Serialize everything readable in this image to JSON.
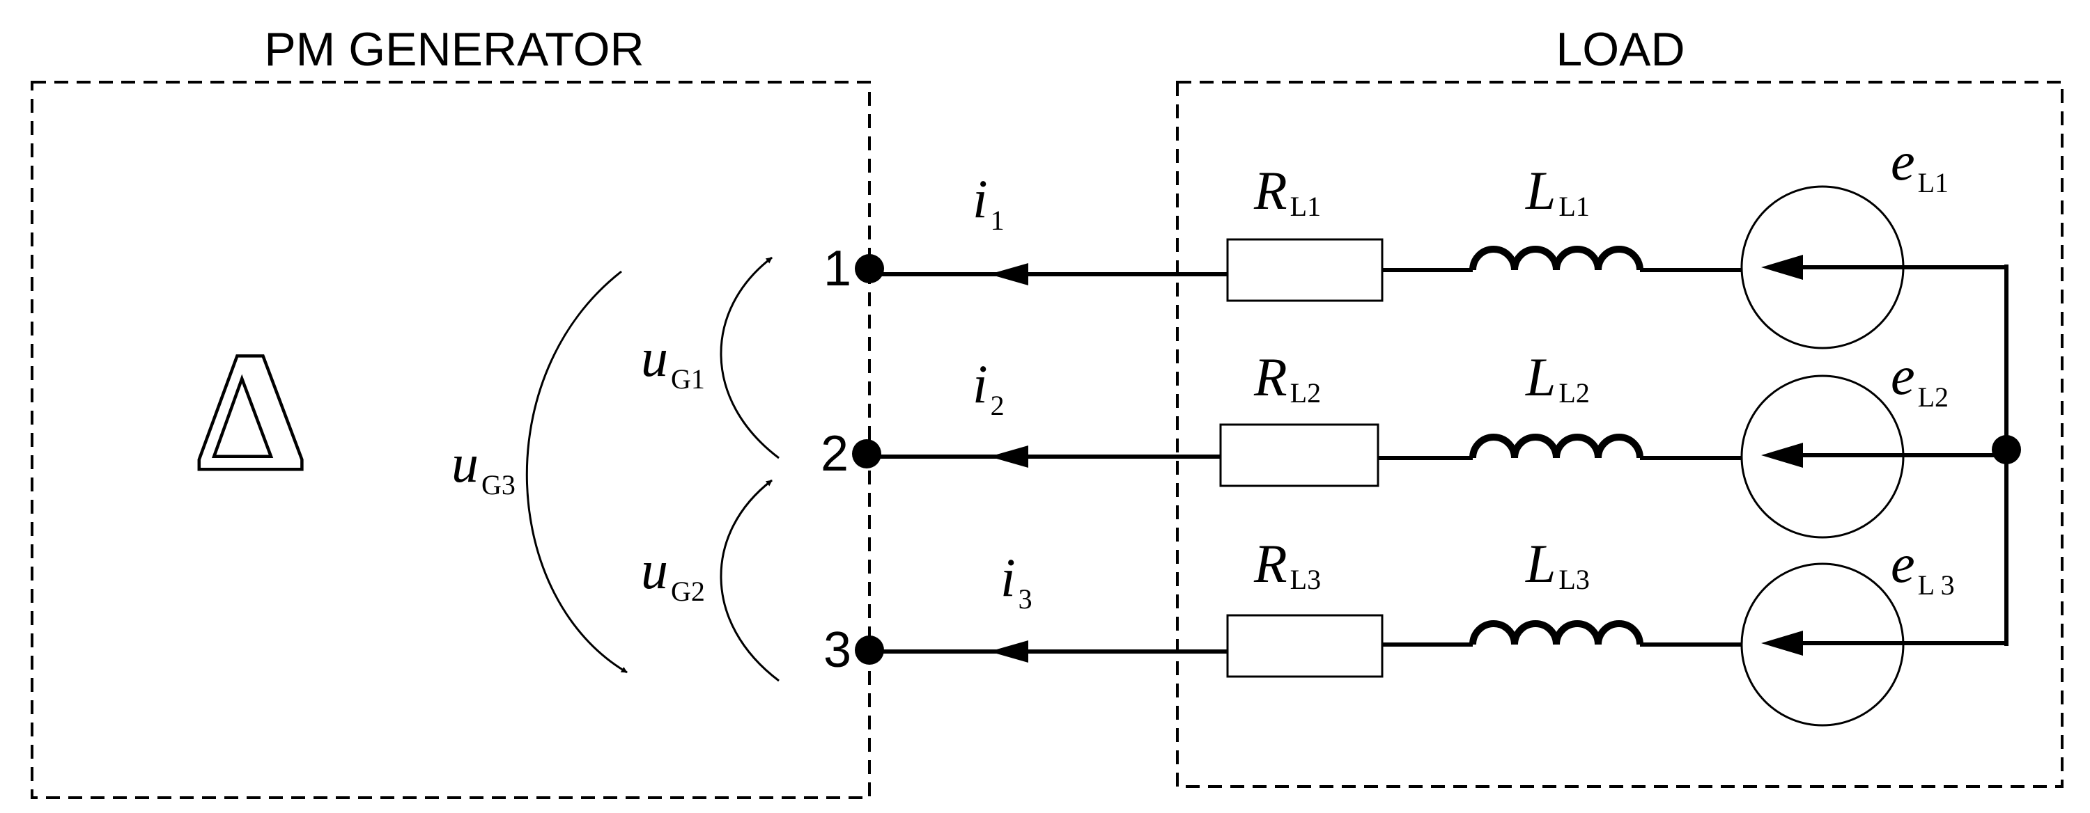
{
  "generator": {
    "title": "PM GENERATOR",
    "symbol": "Δ",
    "terminals": [
      "1",
      "2",
      "3"
    ],
    "voltages": [
      {
        "sym": "u",
        "sub": "G1"
      },
      {
        "sym": "u",
        "sub": "G2"
      },
      {
        "sym": "u",
        "sub": "G3"
      }
    ]
  },
  "load": {
    "title": "LOAD",
    "phases": [
      {
        "current": {
          "sym": "i",
          "sub": "1"
        },
        "resistor": {
          "sym": "R",
          "sub": "L1"
        },
        "inductor": {
          "sym": "L",
          "sub": "L1"
        },
        "emf": {
          "sym": "e",
          "sub": "L1"
        }
      },
      {
        "current": {
          "sym": "i",
          "sub": "2"
        },
        "resistor": {
          "sym": "R",
          "sub": "L2"
        },
        "inductor": {
          "sym": "L",
          "sub": "L2"
        },
        "emf": {
          "sym": "e",
          "sub": "L2"
        }
      },
      {
        "current": {
          "sym": "i",
          "sub": "3"
        },
        "resistor": {
          "sym": "R",
          "sub": "L3"
        },
        "inductor": {
          "sym": "L",
          "sub": "L3"
        },
        "emf": {
          "sym": "e",
          "sub": "L 3"
        }
      }
    ]
  }
}
